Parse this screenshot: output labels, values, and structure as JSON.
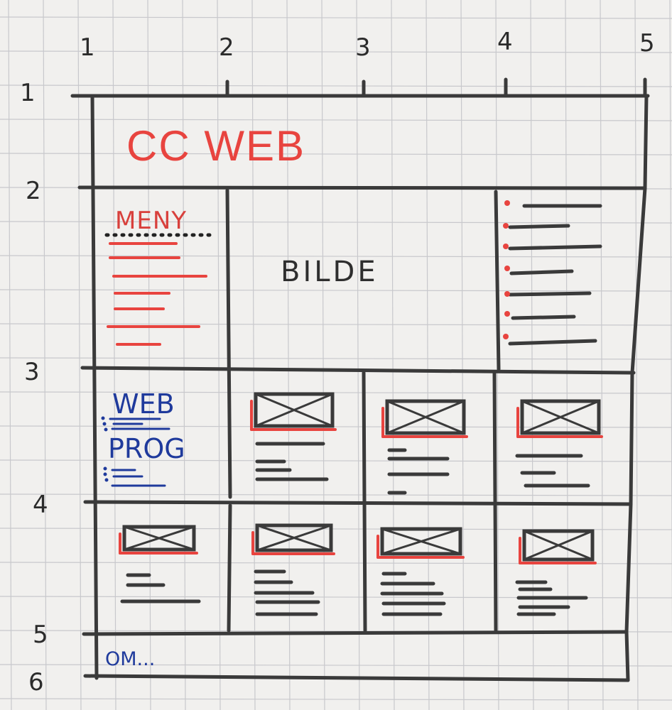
{
  "column_numbers": [
    "1",
    "2",
    "3",
    "4",
    "5"
  ],
  "row_numbers": [
    "1",
    "2",
    "3",
    "4",
    "5",
    "6"
  ],
  "header": {
    "title": "CC WEB"
  },
  "menu": {
    "label": "MENY"
  },
  "hero": {
    "label": "BILDE"
  },
  "sidebar": {
    "web_label": "WEB",
    "prog_label": "PROG"
  },
  "footer": {
    "label": "OM..."
  },
  "colors": {
    "ink": "#3a3a3a",
    "red": "#e8443f",
    "blue": "#1f3a9c",
    "paper": "#f1f0ee",
    "grid": "#c8c8cc"
  }
}
